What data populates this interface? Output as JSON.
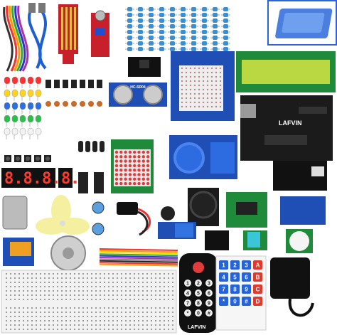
{
  "board_brand": "LAFVIN",
  "remote_brand": "LAFVIN",
  "sensor_label": "HC-SR04",
  "keypad_keys": [
    "1",
    "2",
    "3",
    "A",
    "4",
    "5",
    "6",
    "B",
    "7",
    "8",
    "9",
    "C",
    "*",
    "0",
    "#",
    "D"
  ],
  "remote_keys": [
    "1",
    "2",
    "3",
    "4",
    "5",
    "6",
    "7",
    "8",
    "9",
    "*",
    "0",
    "#"
  ],
  "digit_display": "8.8.8.8.",
  "single_digit": "8.",
  "colors": {
    "pcb_blue": "#1f4fb4",
    "pcb_red": "#c8202a",
    "pcb_green": "#1e8a3a",
    "arduino_dark": "#1b1b1b",
    "lcd_green": "#b9d842",
    "breadboard": "#f2f2f2",
    "keypad_blue": "#2663d6",
    "keypad_red": "#e03a2c"
  },
  "icons": [
    "servo-motor-icon",
    "stepper-motor-icon",
    "fan-blade-icon",
    "joystick-icon",
    "power-adapter-icon",
    "battery-clip-icon",
    "buzzer-icon"
  ]
}
